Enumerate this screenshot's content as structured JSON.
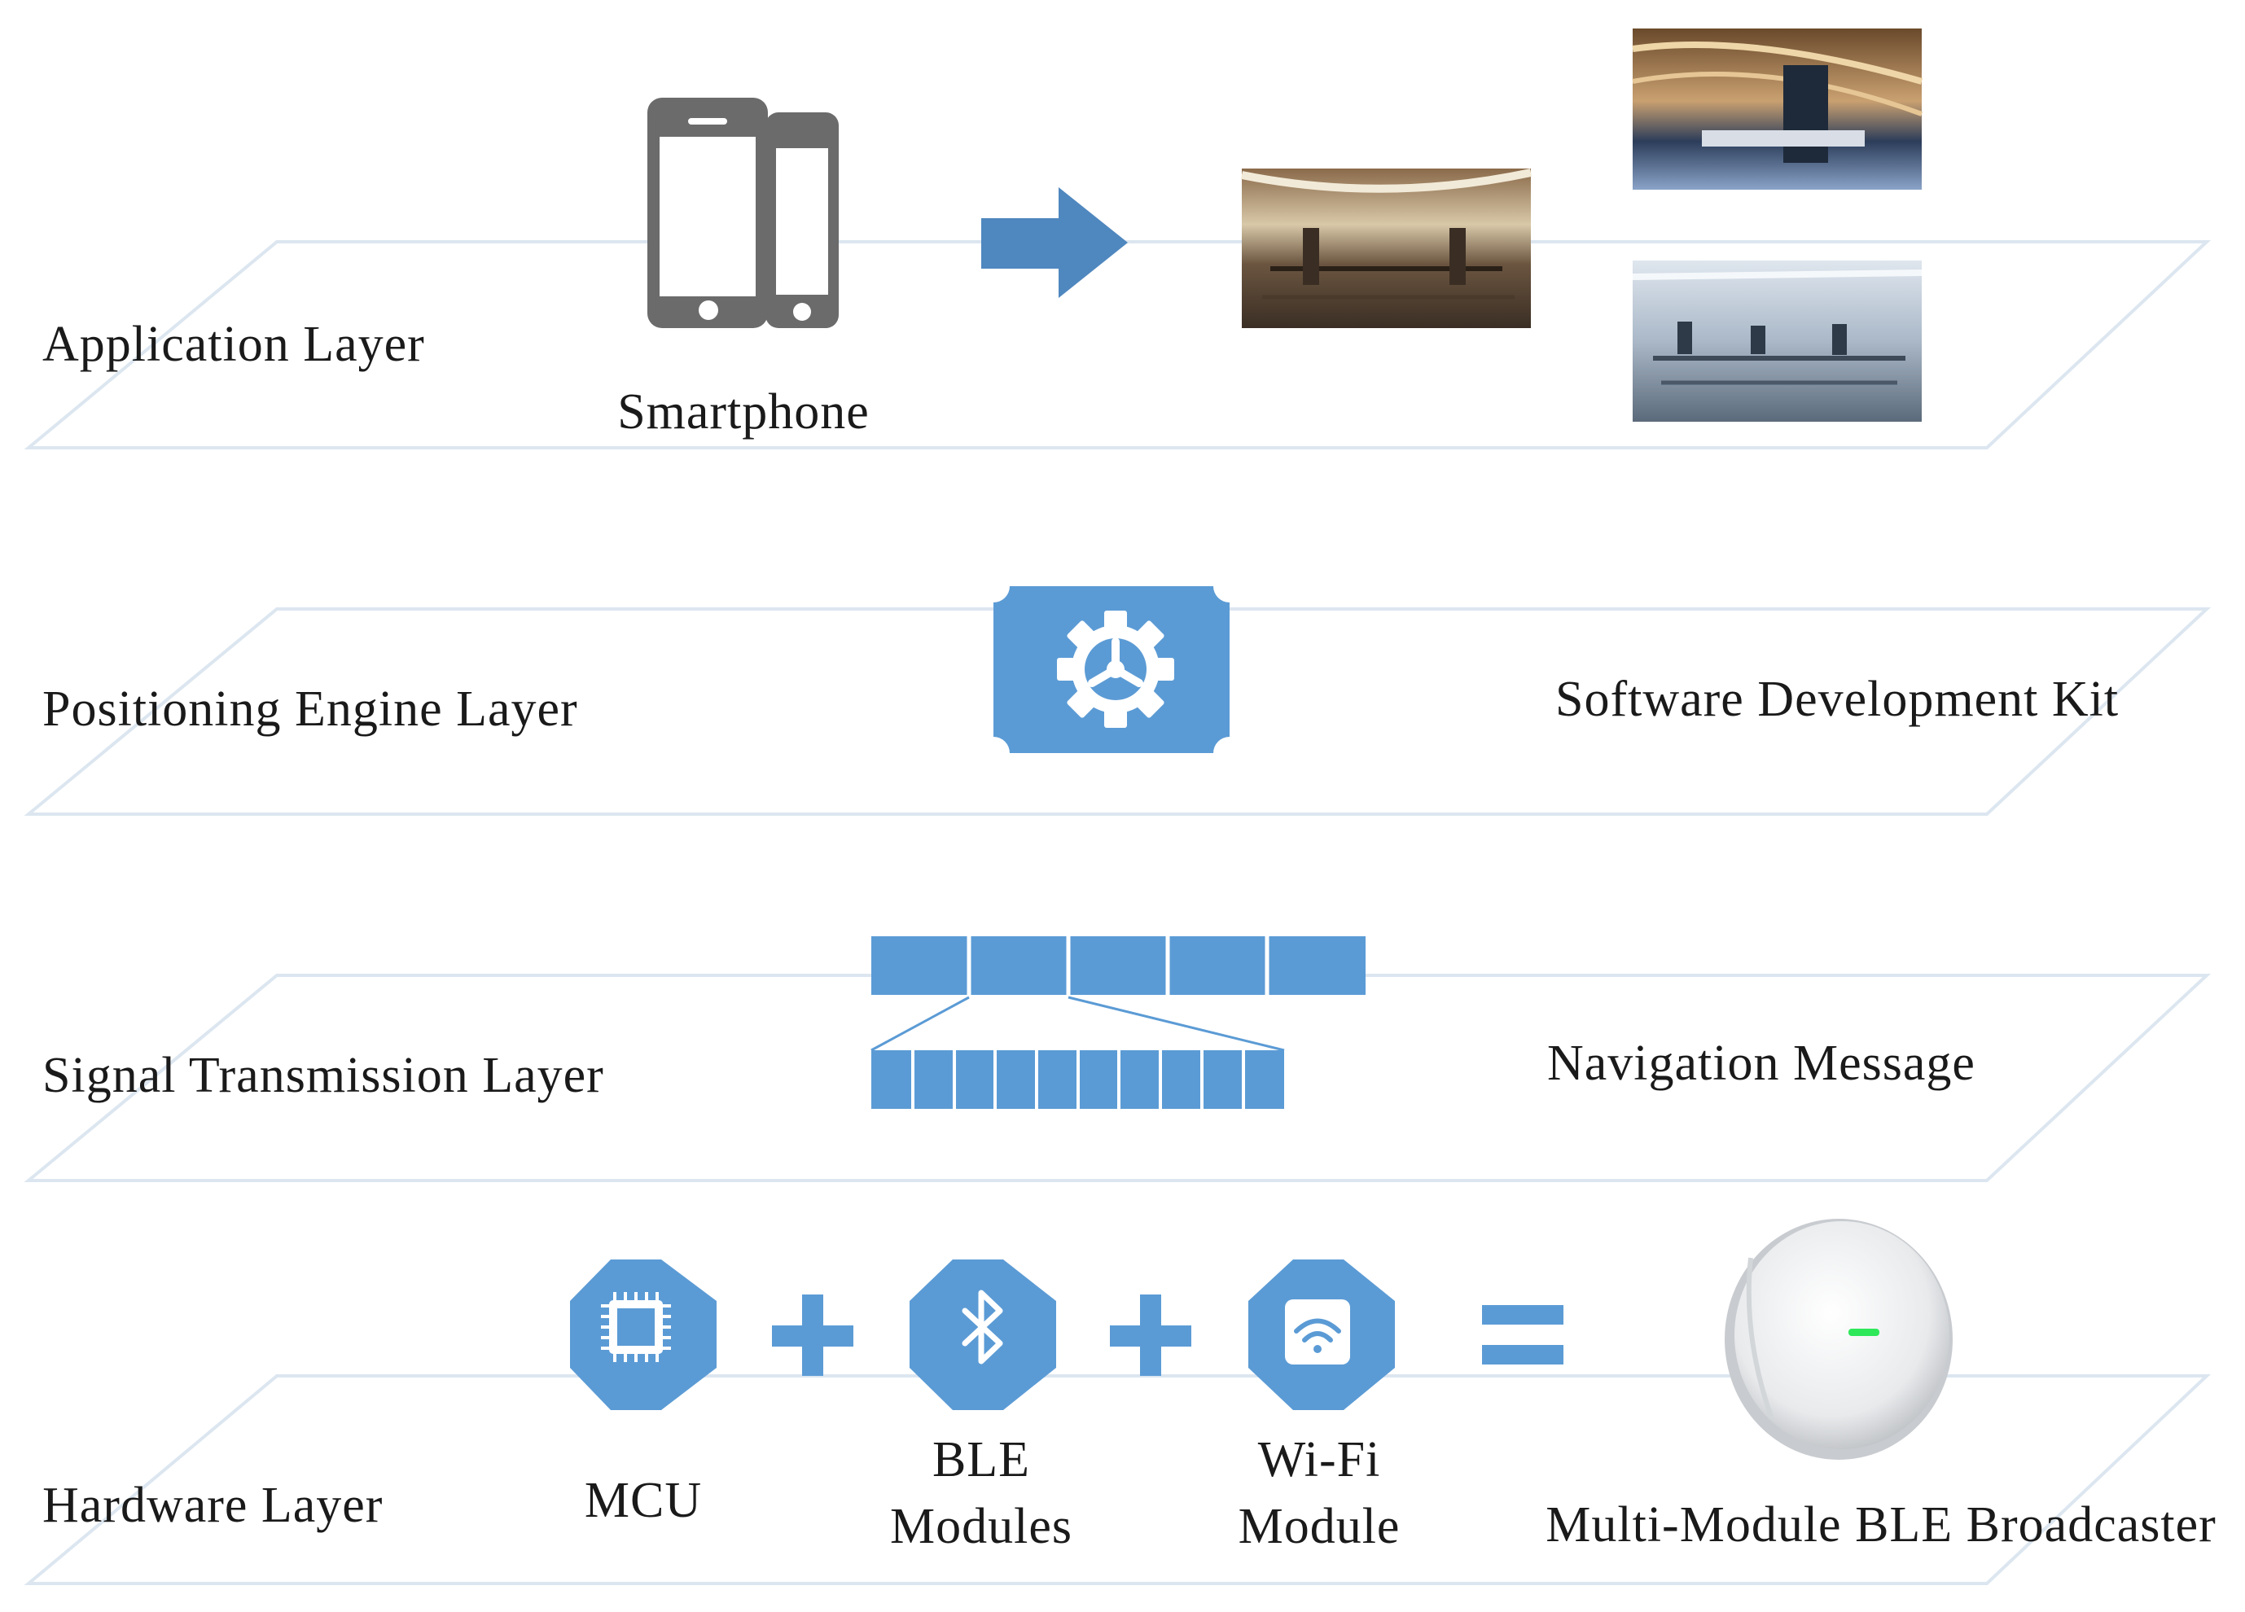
{
  "layers": {
    "application": "Application Layer",
    "positioning": "Positioning Engine Layer",
    "signal": "Signal Transmission Layer",
    "hardware": "Hardware Layer"
  },
  "application": {
    "device_label": "Smartphone",
    "device_icon": "smartphone-icon",
    "arrow_icon": "right-arrow-icon"
  },
  "positioning": {
    "component_label": "Software Development Kit",
    "engine_icon": "gear-icon"
  },
  "signal": {
    "component_label": "Navigation Message"
  },
  "hardware": {
    "mcu": "MCU",
    "ble_line1": "BLE",
    "ble_line2": "Modules",
    "wifi_line1": "Wi-Fi",
    "wifi_line2": "Module",
    "broadcaster": "Multi-Module BLE Broadcaster",
    "plus": "+",
    "equals": "="
  },
  "colors": {
    "accent": "#5b9bd5",
    "plane_edge": "#dce6f0",
    "icon_gray": "#6b6b6b",
    "led_green": "#2ee85a"
  }
}
